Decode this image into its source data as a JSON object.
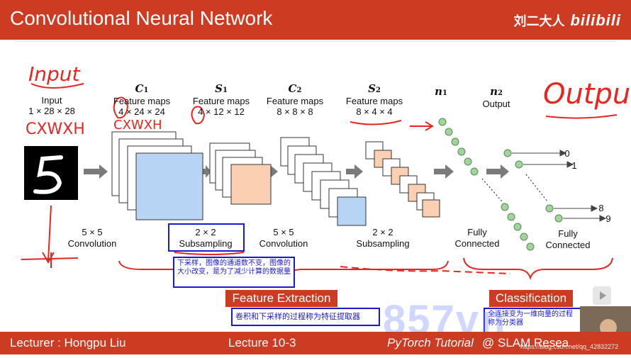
{
  "header": {
    "title": "Convolutional Neural Network",
    "brand_cn": "刘二大人",
    "brand_logo": "bilibili"
  },
  "input": {
    "title": "Input",
    "dims": "1 × 28 × 28"
  },
  "layers": {
    "c1": {
      "name": "C",
      "sub": "1",
      "kind": "Feature maps",
      "dims": "4 × 24 × 24"
    },
    "s1": {
      "name": "S",
      "sub": "1",
      "kind": "Feature maps",
      "dims": "4 × 12 × 12"
    },
    "c2": {
      "name": "C",
      "sub": "2",
      "kind": "Feature maps",
      "dims": "8 × 8 × 8"
    },
    "s2": {
      "name": "S",
      "sub": "2",
      "kind": "Feature maps",
      "dims": "8 × 4 × 4"
    },
    "n1": {
      "name": "n",
      "sub": "1"
    },
    "n2": {
      "name": "n",
      "sub": "2",
      "kind": "Output"
    }
  },
  "outputs": {
    "o0": "0",
    "o1": "1",
    "o8": "8",
    "o9": "9"
  },
  "ops": {
    "conv1": {
      "size": "5 × 5",
      "name": "Convolution"
    },
    "sub1": {
      "size": "2 × 2",
      "name": "Subsampling"
    },
    "conv2": {
      "size": "5 × 5",
      "name": "Convolution"
    },
    "sub2": {
      "size": "2 × 2",
      "name": "Subsampling"
    },
    "fc1": {
      "line1": "Fully",
      "line2": "Connected"
    },
    "fc2": {
      "line1": "Fully",
      "line2": "Connected"
    }
  },
  "sections": {
    "feature_extraction": "Feature Extraction",
    "classification": "Classification"
  },
  "notes": {
    "subsampling": "下采样，图像的通道数不变，图像的大小改变，是为了减少计算的数据量",
    "feature": "卷积和下采样的过程称为特征提取器",
    "classification": "全连接变为一维向量的过程称为分类器"
  },
  "handwriting": {
    "input": "Input",
    "cxwxh1": "CXWXH",
    "cxwxh2": "CXWXH",
    "output": "Output"
  },
  "watermark": "857vn",
  "footer": {
    "lecturer": "Lecturer : Hongpu Liu",
    "lecture": "Lecture 10-3",
    "tutorial": "PyTorch Tutorial",
    "at": "@ SLAM Resea",
    "url": "https://blog.csdn.net/qq_42832272"
  },
  "colors": {
    "accent": "#cc3b22",
    "map_blue": "#b8d4f4",
    "map_orange": "#fbcfb2",
    "node_green": "#9fd49a",
    "note_blue": "#1a1ad0",
    "ink_red": "#e8261f"
  }
}
